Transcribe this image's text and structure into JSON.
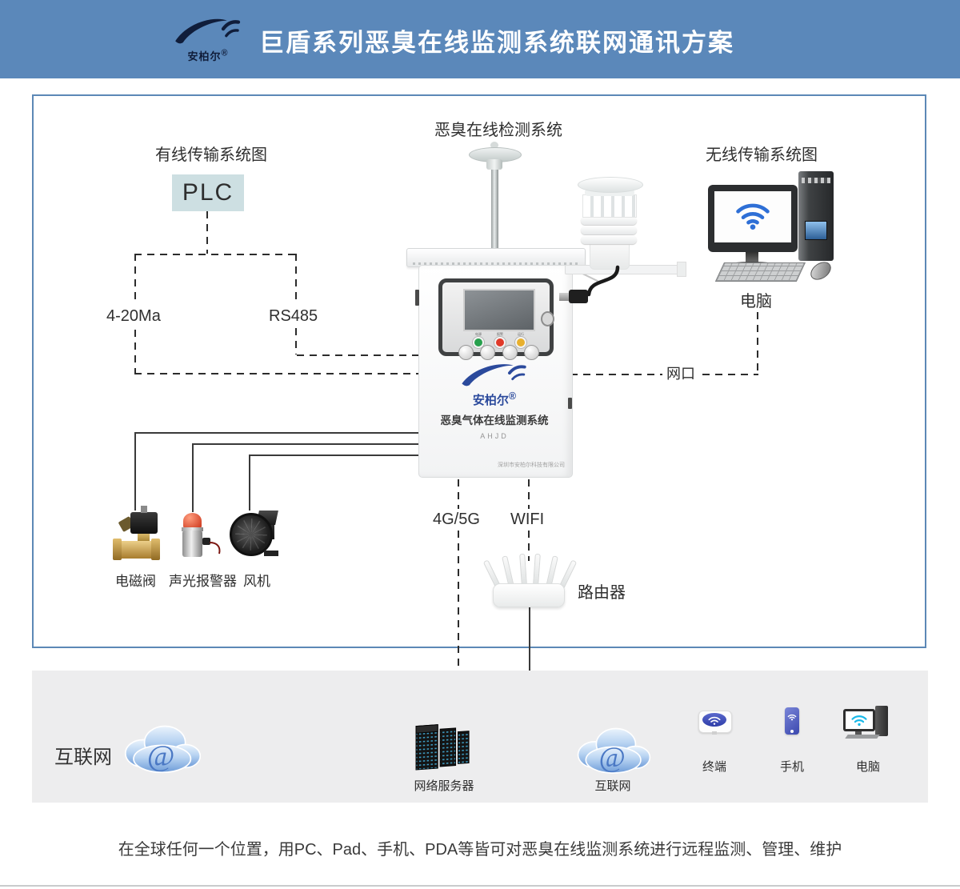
{
  "header": {
    "brand": "安柏尔",
    "reg": "®",
    "title": "巨盾系列恶臭在线监测系统联网通讯方案"
  },
  "diagram": {
    "system_title": "恶臭在线检测系统",
    "wired_section": "有线传输系统图",
    "wireless_section": "无线传输系统图",
    "plc": "PLC",
    "analog_label": "4-20Ma",
    "rs485_label": "RS485",
    "lan_label": "网口",
    "pc_label": "电脑",
    "cellular_label": "4G/5G",
    "wifi_label": "WIFI",
    "router_label": "路由器",
    "valve_label": "电磁阀",
    "alarm_label": "声光报警器",
    "fan_label": "风机"
  },
  "cabinet": {
    "brand": "安柏尔",
    "reg": "®",
    "name": "恶臭气体在线监测系统",
    "model": "AHJD",
    "company": "深圳市安柏尔科技有限公司",
    "indicators": {
      "power": "电源",
      "alarm": "报警",
      "run": "运行"
    }
  },
  "network": {
    "internet_label": "互联网",
    "at_symbol": "@",
    "server_label": "网络服务器",
    "cloud2_label": "互联网",
    "terminal_label": "终端",
    "phone_label": "手机",
    "pc_label": "电脑"
  },
  "caption": "在全球任何一个位置，用PC、Pad、手机、PDA等皆可对恶臭在线监测系统进行远程监测、管理、维护",
  "colors": {
    "header_bg": "#5b88ba",
    "frame_border": "#5c88b6",
    "band_bg": "#ededee",
    "plc_bg": "#cddfe2",
    "logo_navy": "#101d3a",
    "cabinet_brand_blue": "#2b4a9c",
    "wifi_blue": "#2e6fd6",
    "indicator_green": "#27a04d",
    "indicator_red": "#e03a2a",
    "indicator_yellow": "#e8b02e"
  }
}
